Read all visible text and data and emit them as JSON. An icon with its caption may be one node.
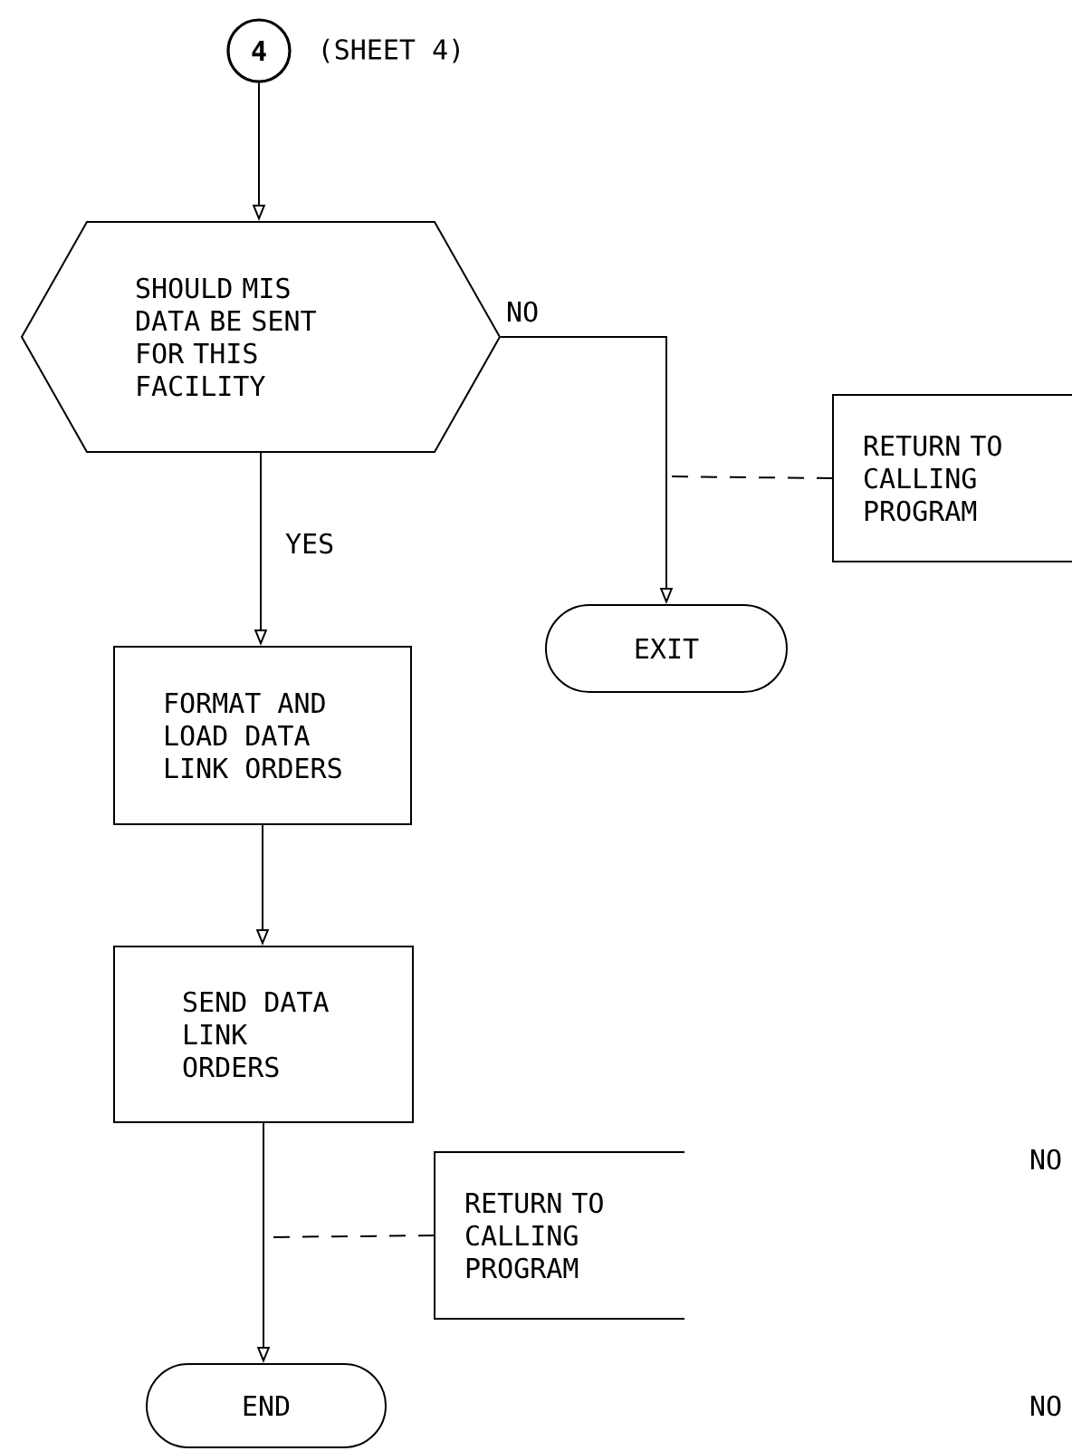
{
  "diagram": {
    "nodes": [
      {
        "text": [
          "4"
        ],
        "beside": [
          "(SHEET 4)"
        ]
      },
      {
        "text": [
          "SHOULD MIS DATA BE SENT FOR THIS FACILITY"
        ]
      },
      {
        "text": [
          "FORMAT AND LOAD DATA LINK ORDERS"
        ]
      },
      {
        "text": [
          "SEND DATA LINK ORDERS"
        ]
      },
      {
        "text": [
          "END"
        ]
      },
      {
        "text": [
          "EXIT"
        ]
      },
      {
        "text": [
          "RETURN TO CALLING PROGRAM"
        ]
      },
      {
        "text": [
          "RETURN TO CALLING PROGRAM"
        ]
      }
    ],
    "edges": [
      {
        "from": 0,
        "to": 1,
        "arrow": "to"
      },
      {
        "from": 1,
        "to": 2,
        "arrow": "to",
        "label": "YES"
      },
      {
        "from": 1,
        "to": 5,
        "arrow": "to",
        "label": "NO"
      },
      {
        "from": 2,
        "to": 3,
        "arrow": "to"
      },
      {
        "from": 3,
        "to": 4,
        "arrow": "to"
      },
      {
        "from": 6,
        "to": null,
        "arrow": "none",
        "style": "dashed"
      },
      {
        "from": 7,
        "to": null,
        "arrow": "none",
        "style": "dashed"
      }
    ],
    "labels": [
      "NO",
      "NO"
    ]
  }
}
